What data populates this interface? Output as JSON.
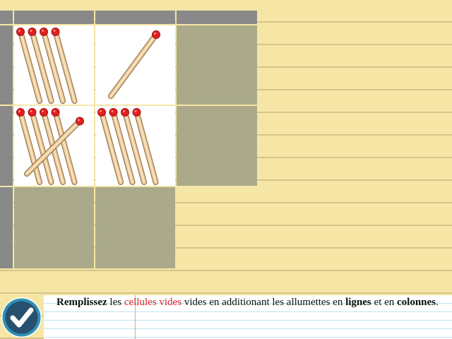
{
  "grid": {
    "rows": 3,
    "cols": 3,
    "cells": [
      {
        "row": 0,
        "col": 0,
        "state": "filled",
        "upright_matches": 4,
        "tilted_matches": 0
      },
      {
        "row": 0,
        "col": 1,
        "state": "filled",
        "upright_matches": 0,
        "tilted_matches": 1
      },
      {
        "row": 0,
        "col": 2,
        "state": "empty"
      },
      {
        "row": 1,
        "col": 0,
        "state": "filled",
        "upright_matches": 4,
        "tilted_matches": 1
      },
      {
        "row": 1,
        "col": 1,
        "state": "filled",
        "upright_matches": 4,
        "tilted_matches": 0
      },
      {
        "row": 1,
        "col": 2,
        "state": "empty"
      },
      {
        "row": 2,
        "col": 0,
        "state": "empty"
      },
      {
        "row": 2,
        "col": 1,
        "state": "empty"
      }
    ]
  },
  "instruction": {
    "w1": "Remplissez",
    "w2": "les",
    "w3": "cellules vides",
    "w4": "vides en additionant les allumettes en",
    "w5": "lignes",
    "w6": "et en",
    "w7": "colonnes",
    "w8": "."
  },
  "check_button": {
    "icon": "checkmark-icon"
  },
  "colors": {
    "paper": "#f5e6a6",
    "header": "#898989",
    "empty_cell": "#aaa98a",
    "filled_cell": "#ffffff",
    "match_head": "#e02020",
    "highlight_text": "#d22222",
    "check_ring": "#2f8fb3",
    "check_fill": "#27506e"
  }
}
